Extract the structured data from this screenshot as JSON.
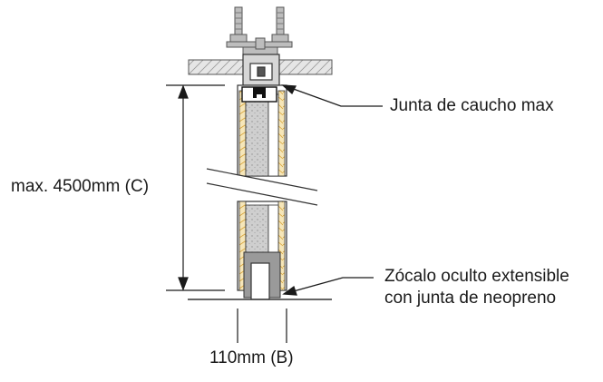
{
  "annotations": {
    "rubber_gasket": "Junta de caucho max",
    "height_dim": "max. 4500mm (C)",
    "plinth_line1": "Zócalo oculto extensible",
    "plinth_line2": "con junta de neopreno",
    "width_dim": "110mm (B)"
  },
  "colors": {
    "line": "#1a1a1a",
    "ceiling_fill": "#e6e6e6",
    "panel_core": "#cfcfcf",
    "panel_edge": "#f2c66a",
    "hardware": "#bdbdbd"
  }
}
